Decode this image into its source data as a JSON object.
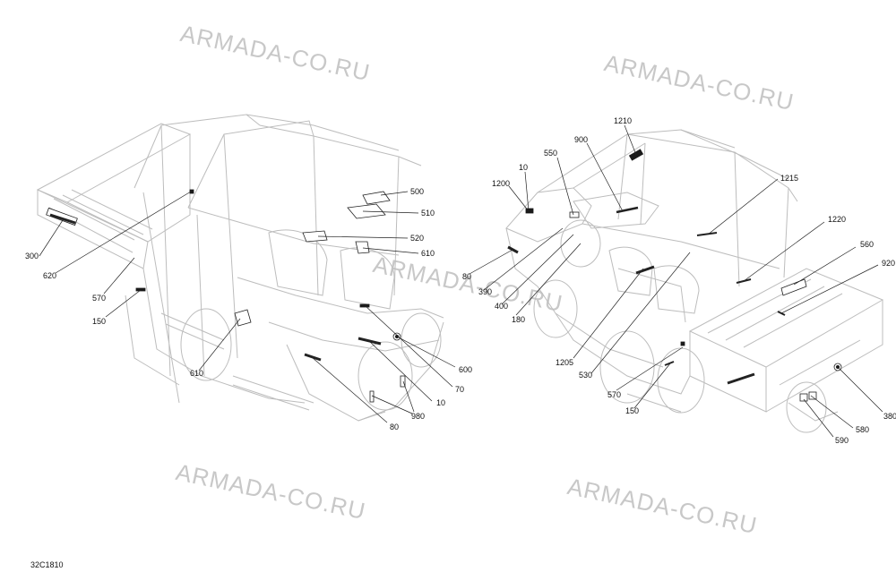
{
  "watermarks": [
    "ARMADA-CO.RU",
    "ARMADA-CO.RU",
    "ARMADA-CO.RU",
    "ARMADA-CO.RU",
    "ARMADA-CO.RU"
  ],
  "figure_id": "32C1810",
  "left_callouts": [
    "500",
    "510",
    "520",
    "610",
    "300",
    "620",
    "570",
    "150",
    "610",
    "600",
    "70",
    "10",
    "980",
    "80"
  ],
  "right_callouts": [
    "1210",
    "900",
    "550",
    "10",
    "1200",
    "1215",
    "1220",
    "560",
    "920",
    "80",
    "390",
    "400",
    "180",
    "1205",
    "530",
    "570",
    "150",
    "380",
    "580",
    "590"
  ]
}
